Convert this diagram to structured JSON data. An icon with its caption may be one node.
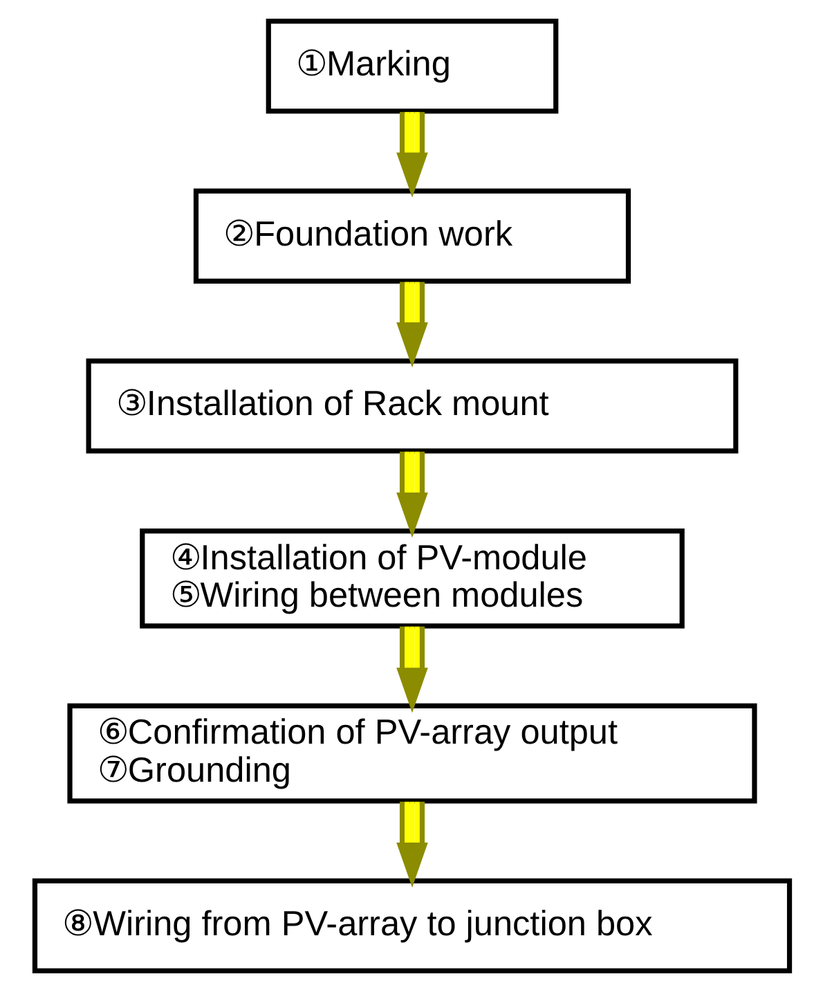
{
  "diagram": {
    "nodes": [
      {
        "text": [
          "①Marking"
        ]
      },
      {
        "text": [
          "②Foundation work"
        ]
      },
      {
        "text": [
          "③Installation of Rack mount"
        ]
      },
      {
        "text": [
          "④Installation of PV-module",
          "⑤Wiring between modules"
        ]
      },
      {
        "text": [
          "⑥Confirmation of PV-array output",
          "⑦Grounding"
        ]
      },
      {
        "text": [
          "⑧Wiring from PV-array to junction box"
        ]
      }
    ],
    "edges": [
      {
        "from": 0,
        "to": 1,
        "arrow": "to"
      },
      {
        "from": 1,
        "to": 2,
        "arrow": "to"
      },
      {
        "from": 2,
        "to": 3,
        "arrow": "to"
      },
      {
        "from": 3,
        "to": 4,
        "arrow": "to"
      },
      {
        "from": 4,
        "to": 5,
        "arrow": "to"
      }
    ]
  }
}
